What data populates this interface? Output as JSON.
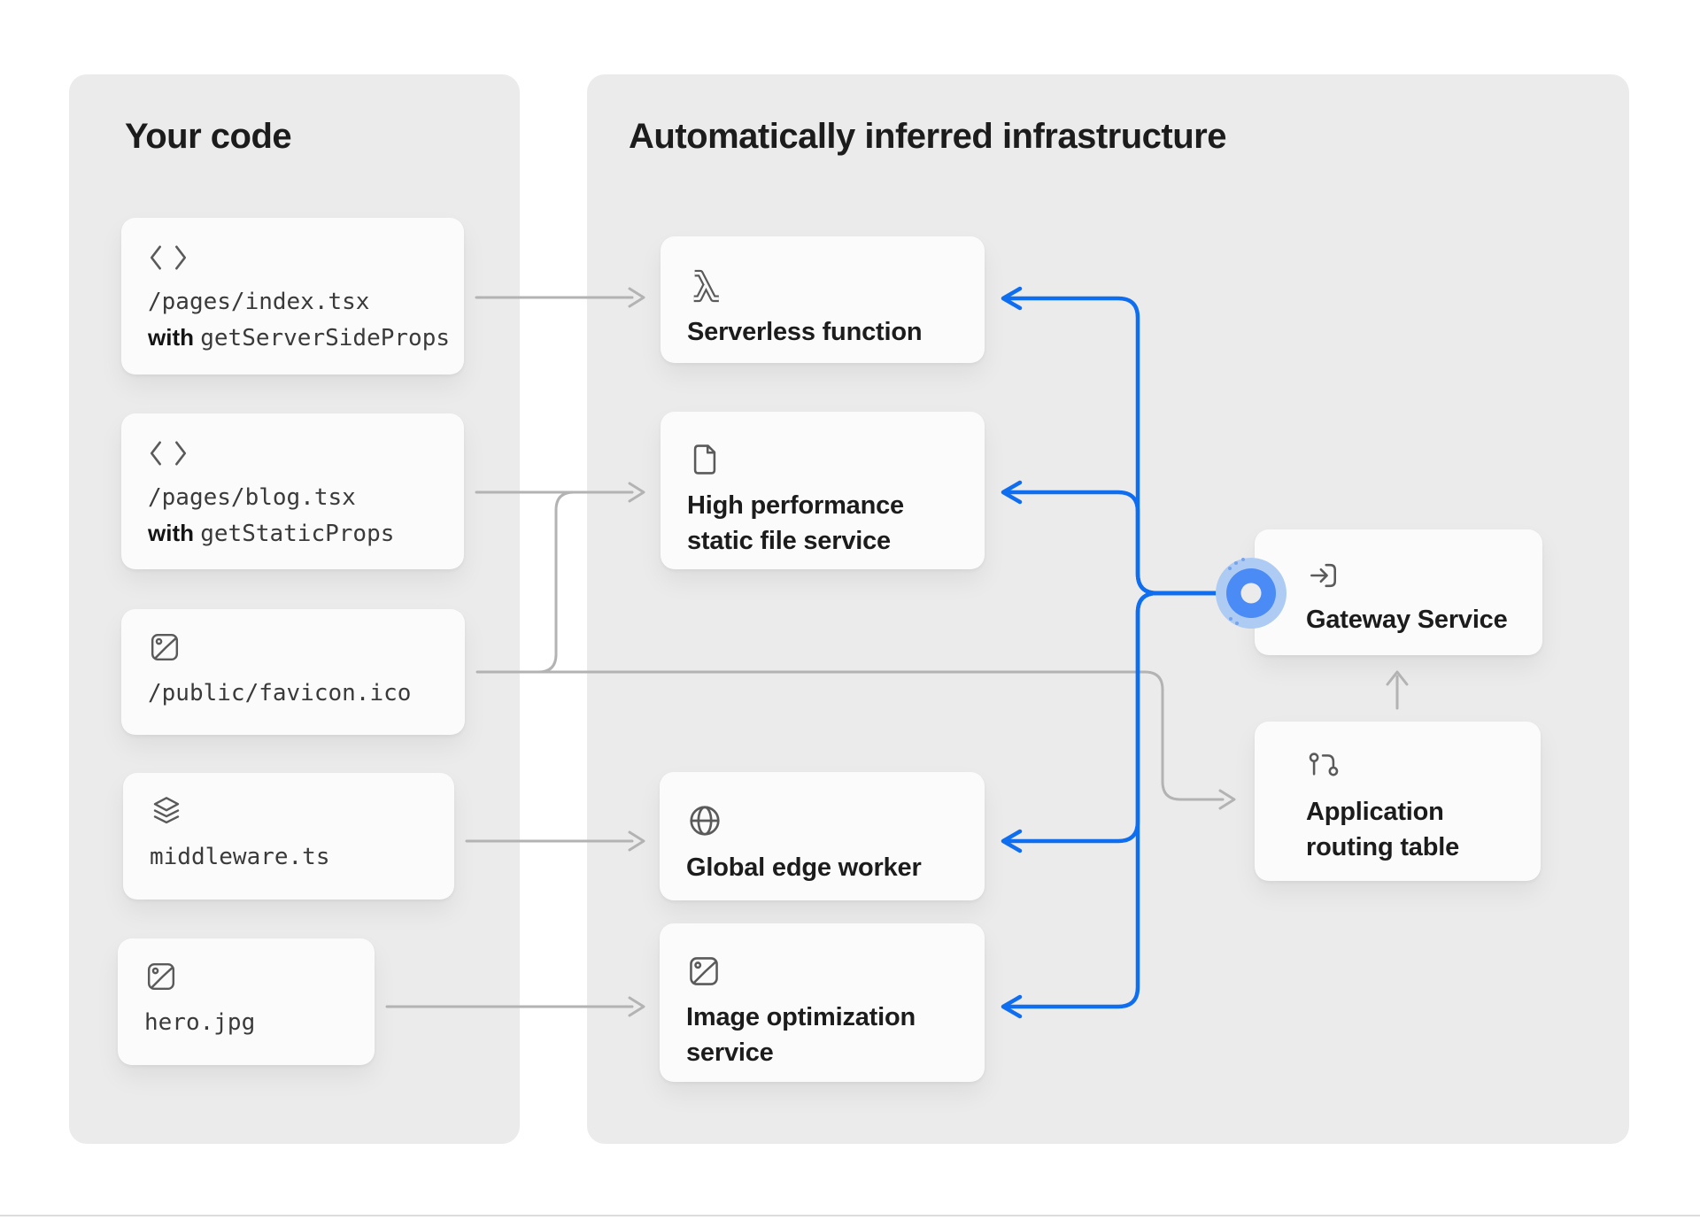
{
  "left_panel": {
    "title": "Your code",
    "cards": [
      {
        "icon": "code-icon",
        "filename": "/pages/index.tsx",
        "with_label": "with",
        "with_code": "getServerSideProps"
      },
      {
        "icon": "code-icon",
        "filename": "/pages/blog.tsx",
        "with_label": "with",
        "with_code": "getStaticProps"
      },
      {
        "icon": "image-icon",
        "filename": "/public/favicon.ico"
      },
      {
        "icon": "layers-icon",
        "filename": "middleware.ts"
      },
      {
        "icon": "image-icon",
        "filename": "hero.jpg"
      }
    ]
  },
  "right_panel": {
    "title": "Automatically inferred infrastructure",
    "services": [
      {
        "icon": "lambda-icon",
        "label": "Serverless function"
      },
      {
        "icon": "file-icon",
        "label": "High performance static file service"
      },
      {
        "icon": "globe-icon",
        "label": "Global edge worker"
      },
      {
        "icon": "image-icon",
        "label": "Image optimization service"
      }
    ],
    "gateway": {
      "icon": "enter-icon",
      "label": "Gateway Service"
    },
    "routing": {
      "icon": "route-icon",
      "label": "Application routing table"
    }
  },
  "colors": {
    "accent_blue": "#0f6ef0",
    "ring_blue": "#4a8bf5",
    "halo_blue": "#aecbf4",
    "line_gray": "#b3b3b3",
    "panel_bg": "#ebebeb"
  }
}
